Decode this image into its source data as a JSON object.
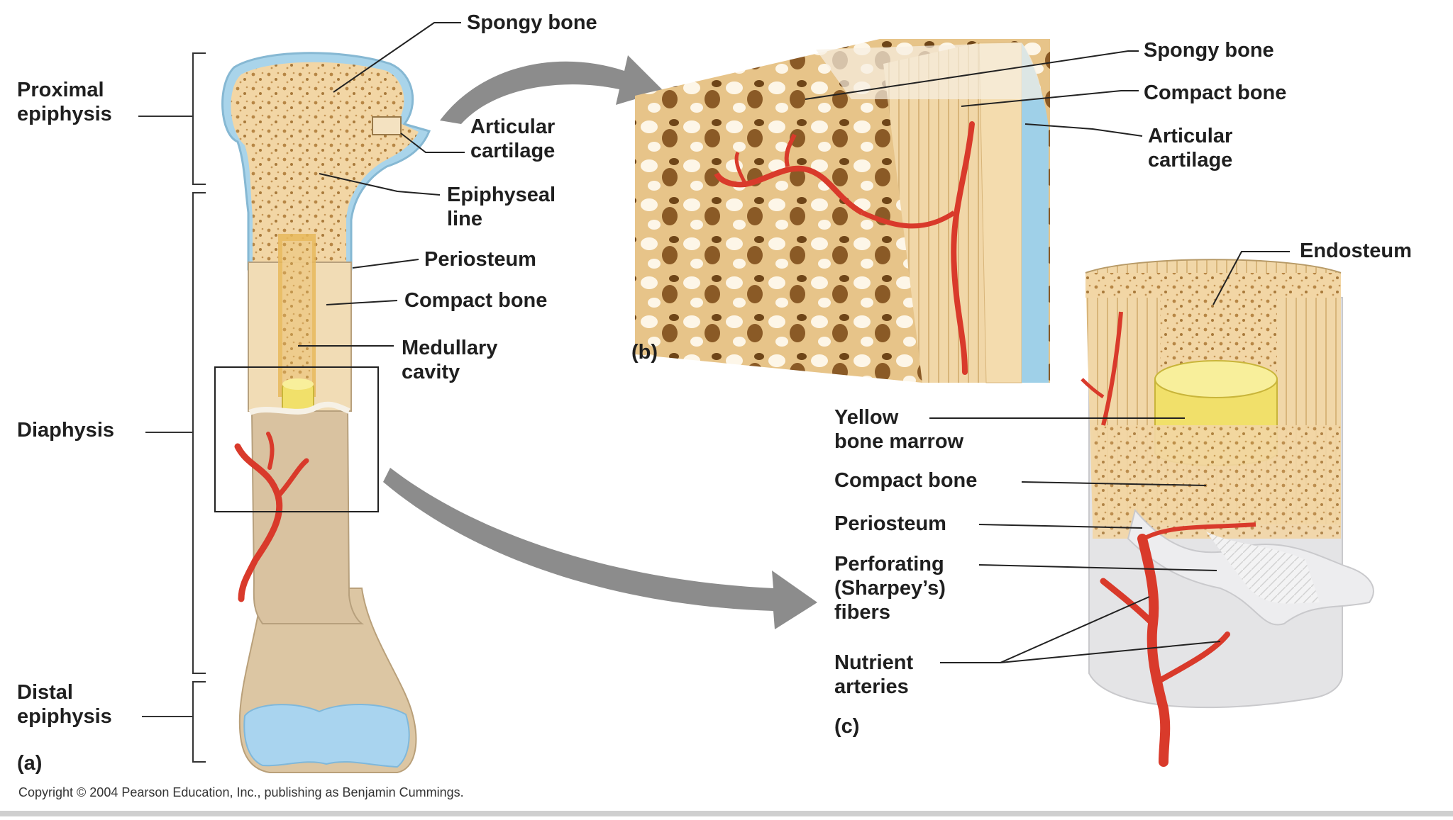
{
  "labels": {
    "a_spongy_bone": "Spongy bone",
    "a_proximal_epiphysis_1": "Proximal",
    "a_proximal_epiphysis_2": "epiphysis",
    "a_articular_cartilage_1": "Articular",
    "a_articular_cartilage_2": "cartilage",
    "a_epiphyseal_line_1": "Epiphyseal",
    "a_epiphyseal_line_2": "line",
    "a_periosteum": "Periosteum",
    "a_compact_bone": "Compact bone",
    "a_medullary_cavity_1": "Medullary",
    "a_medullary_cavity_2": "cavity",
    "a_diaphysis": "Diaphysis",
    "a_distal_epiphysis_1": "Distal",
    "a_distal_epiphysis_2": "epiphysis",
    "panel_a": "(a)",
    "b_spongy_bone": "Spongy bone",
    "b_compact_bone": "Compact bone",
    "b_articular_cartilage_1": "Articular",
    "b_articular_cartilage_2": "cartilage",
    "panel_b": "(b)",
    "c_endosteum": "Endosteum",
    "c_yellow_marrow_1": "Yellow",
    "c_yellow_marrow_2": "bone marrow",
    "c_compact_bone": "Compact bone",
    "c_periosteum": "Periosteum",
    "c_perforating_1": "Perforating",
    "c_perforating_2": "(Sharpey’s)",
    "c_perforating_3": "fibers",
    "c_nutrient_1": "Nutrient",
    "c_nutrient_2": "arteries",
    "panel_c": "(c)"
  },
  "copyright": "Copyright © 2004 Pearson Education, Inc., publishing as Benjamin Cummings.",
  "colors": {
    "spongy": "#f0d3a2",
    "spongy_dark": "#c79a55",
    "shaft": "#d9c2a0",
    "cartilage": "#9fd0e8",
    "artery": "#d93a2b",
    "marrow": "#f1e06a",
    "periosteum": "#e8e8ea",
    "arrow": "#8c8c8c"
  }
}
